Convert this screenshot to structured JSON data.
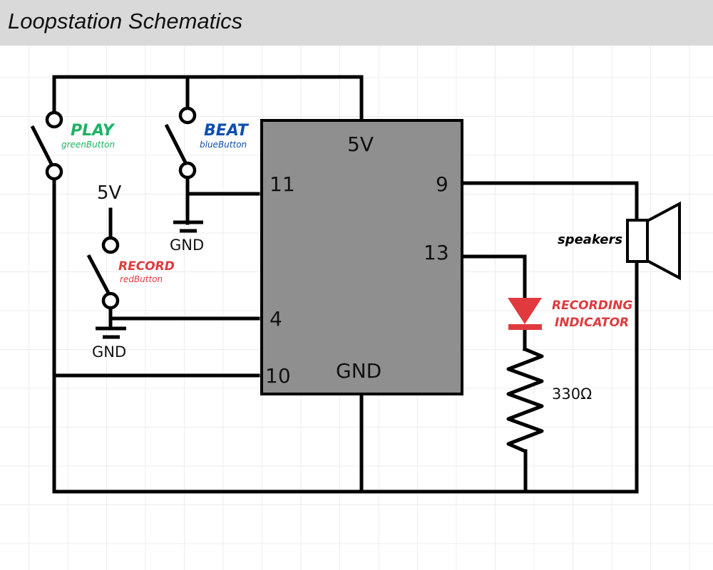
{
  "title": "Loopstation Schematics",
  "colors": {
    "play": "#1db365",
    "beat": "#0e4fb0",
    "record": "#e03a3e",
    "chip_fill": "#8f8f8f",
    "wire": "#000000",
    "header_bg": "#d9d9d9"
  },
  "buttons": {
    "play": {
      "label": "PLAY",
      "sub": "greenButton"
    },
    "beat": {
      "label": "BEAT",
      "sub": "blueButton"
    },
    "record": {
      "label": "RECORD",
      "sub": "redButton"
    }
  },
  "supply": {
    "record_5v": "5V"
  },
  "ground_labels": {
    "beat_gnd": "GND",
    "record_gnd": "GND"
  },
  "chip": {
    "power_pin": "5V",
    "ground_pin": "GND",
    "pins": {
      "p11": "11",
      "p4": "4",
      "p10": "10",
      "p9": "9",
      "p13": "13"
    }
  },
  "speaker": {
    "label": "speakers"
  },
  "led": {
    "label_line1": "RECORDING",
    "label_line2": "INDICATOR"
  },
  "resistor": {
    "value": "330Ω"
  }
}
